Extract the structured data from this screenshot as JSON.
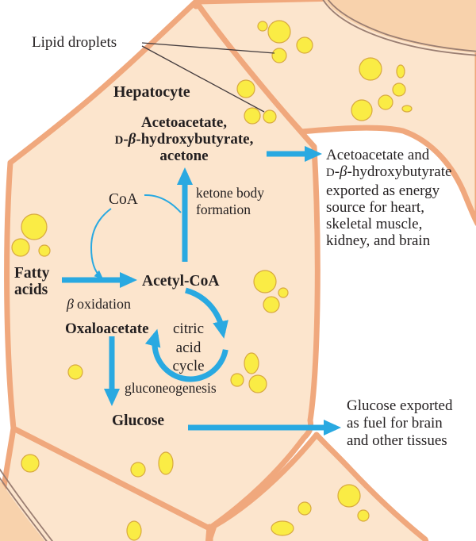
{
  "diagram": {
    "lipid_droplets_label": "Lipid droplets",
    "cell_label": "Hepatocyte",
    "ketone_products": {
      "line1": "Acetoacetate,",
      "line2_d": "D",
      "line2_dash": "-",
      "line2_beta": "β",
      "line2_rest": "-hydroxybutyrate,",
      "line3": "acetone"
    },
    "coa_label": "CoA",
    "ketone_formation": {
      "line1": "ketone body",
      "line2": "formation"
    },
    "fatty_acids": {
      "line1": "Fatty",
      "line2": "acids"
    },
    "beta_oxidation": {
      "beta": "β",
      "rest": "oxidation"
    },
    "acetyl_coa": "Acetyl-CoA",
    "oxaloacetate": "Oxaloacetate",
    "citric_cycle": {
      "line1": "citric",
      "line2": "acid",
      "line3": "cycle"
    },
    "gluconeogenesis": "gluconeogenesis",
    "glucose": "Glucose",
    "export_ketones": {
      "line1": "Acetoacetate and",
      "line2_d": "D",
      "line2_dash": "-",
      "line2_beta": "β",
      "line2_rest": "-hydroxybutyrate",
      "line3": "exported as energy",
      "line4": "source for heart,",
      "line5": "skeletal muscle,",
      "line6": "kidney, and brain"
    },
    "export_glucose": {
      "line1": "Glucose exported",
      "line2": "as fuel for brain",
      "line3": "and other tissues"
    }
  },
  "colors": {
    "cell_fill": "#FCE5CD",
    "cell_fill_dark": "#F8D2AC",
    "membrane": "#F0A87D",
    "double_membrane": "#9A7E72",
    "droplet_fill": "#FAEC45",
    "droplet_stroke": "#D8A93F",
    "arrow": "#29A9E1",
    "leader_line": "#443C3E",
    "text": "#231F20"
  }
}
